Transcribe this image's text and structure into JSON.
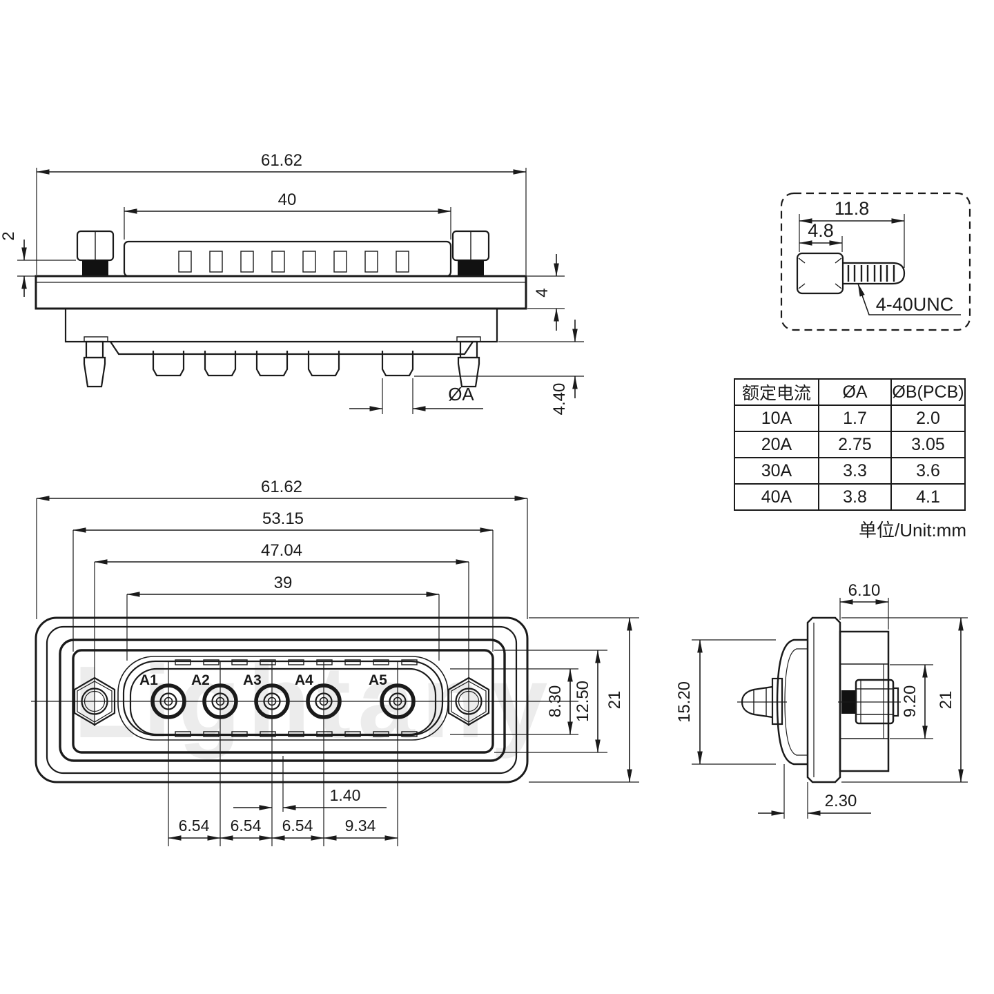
{
  "colors": {
    "ink": "#1a1a1a",
    "watermark": "#ececec",
    "thread_fill": "#111111"
  },
  "watermark": "Lightany",
  "top_view": {
    "dims": {
      "overall_width": "61.62",
      "body_width": "40",
      "thread_gap": "2",
      "flange_thickness": "4",
      "pin_length": "4.40",
      "pin_diameter": "ØA"
    }
  },
  "screw_detail": {
    "dims": {
      "total_length": "11.8",
      "head_length": "4.8"
    },
    "thread_spec": "4-40UNC"
  },
  "spec_table": {
    "headers": [
      "额定电流",
      "ØA",
      "ØB(PCB)"
    ],
    "rows": [
      [
        "10A",
        "1.7",
        "2.0"
      ],
      [
        "20A",
        "2.75",
        "3.05"
      ],
      [
        "30A",
        "3.3",
        "3.6"
      ],
      [
        "40A",
        "3.8",
        "4.1"
      ]
    ],
    "unit_note": "单位/Unit:mm"
  },
  "front_view": {
    "pins": [
      "A1",
      "A2",
      "A3",
      "A4",
      "A5"
    ],
    "dims": {
      "overall_width": "61.62",
      "panel_width": "53.15",
      "screw_spacing": "47.04",
      "face_width": "39",
      "face_height": "8.30",
      "panel_height": "12.50",
      "overall_height": "21",
      "center_offset": "1.40",
      "pitch1": "6.54",
      "pitch2": "6.54",
      "pitch3": "6.54",
      "pitch4": "9.34"
    }
  },
  "side_view": {
    "dims": {
      "body_depth": "6.10",
      "front_depth": "15.20",
      "nut_height": "9.20",
      "overall_height": "21",
      "flange_offset": "2.30"
    }
  }
}
